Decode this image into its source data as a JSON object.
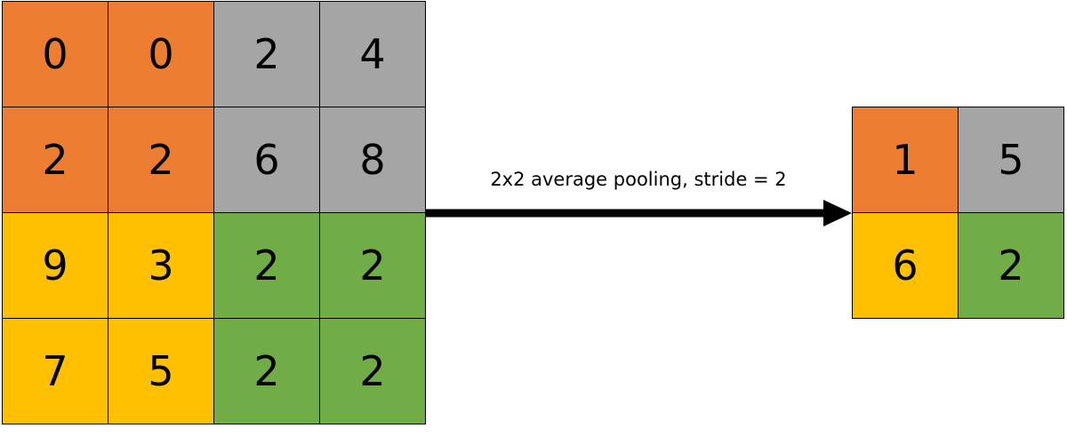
{
  "colors": {
    "orange": "#ED7D31",
    "gray": "#A5A5A5",
    "yellow": "#FFC000",
    "green": "#70AD47",
    "border": "#000000",
    "arrow": "#000000"
  },
  "input_grid": {
    "rows": [
      [
        {
          "value": "0",
          "color": "orange"
        },
        {
          "value": "0",
          "color": "orange"
        },
        {
          "value": "2",
          "color": "gray"
        },
        {
          "value": "4",
          "color": "gray"
        }
      ],
      [
        {
          "value": "2",
          "color": "orange"
        },
        {
          "value": "2",
          "color": "orange"
        },
        {
          "value": "6",
          "color": "gray"
        },
        {
          "value": "8",
          "color": "gray"
        }
      ],
      [
        {
          "value": "9",
          "color": "yellow"
        },
        {
          "value": "3",
          "color": "yellow"
        },
        {
          "value": "2",
          "color": "green"
        },
        {
          "value": "2",
          "color": "green"
        }
      ],
      [
        {
          "value": "7",
          "color": "yellow"
        },
        {
          "value": "5",
          "color": "yellow"
        },
        {
          "value": "2",
          "color": "green"
        },
        {
          "value": "2",
          "color": "green"
        }
      ]
    ]
  },
  "operation": {
    "label": "2x2 average pooling, stride = 2"
  },
  "output_grid": {
    "rows": [
      [
        {
          "value": "1",
          "color": "orange"
        },
        {
          "value": "5",
          "color": "gray"
        }
      ],
      [
        {
          "value": "6",
          "color": "yellow"
        },
        {
          "value": "2",
          "color": "green"
        }
      ]
    ]
  }
}
